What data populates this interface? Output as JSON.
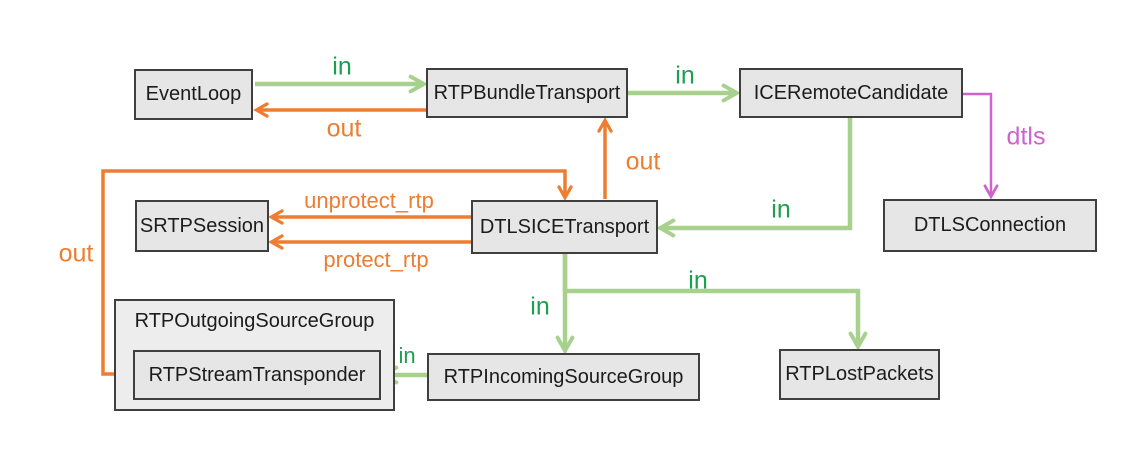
{
  "diagram": {
    "nodes": {
      "event_loop": "EventLoop",
      "rtp_bundle_transport": "RTPBundleTransport",
      "ice_remote_candidate": "ICERemoteCandidate",
      "srtp_session": "SRTPSession",
      "dtls_ice_transport": "DTLSICETransport",
      "dtls_connection": "DTLSConnection",
      "rtp_outgoing_source_group": "RTPOutgoingSourceGroup",
      "rtp_stream_transponder": "RTPStreamTransponder",
      "rtp_incoming_source_group": "RTPIncomingSourceGroup",
      "rtp_lost_packets": "RTPLostPackets"
    },
    "edges": [
      {
        "from": "EventLoop",
        "to": "RTPBundleTransport",
        "label": "in",
        "color": "#1e9e50"
      },
      {
        "from": "RTPBundleTransport",
        "to": "EventLoop",
        "label": "out",
        "color": "#ed7d31"
      },
      {
        "from": "RTPBundleTransport",
        "to": "ICERemoteCandidate",
        "label": "in",
        "color": "#1e9e50"
      },
      {
        "from": "ICERemoteCandidate",
        "to": "DTLSConnection",
        "label": "dtls",
        "color": "#ce63ce"
      },
      {
        "from": "ICERemoteCandidate",
        "to": "DTLSICETransport",
        "label": "in",
        "color": "#1e9e50"
      },
      {
        "from": "DTLSICETransport",
        "to": "RTPBundleTransport",
        "label": "out",
        "color": "#ed7d31"
      },
      {
        "from": "DTLSICETransport",
        "to": "SRTPSession",
        "label": "unprotect_rtp",
        "color": "#ed7d31"
      },
      {
        "from": "DTLSICETransport",
        "to": "SRTPSession",
        "label": "protect_rtp",
        "color": "#ed7d31"
      },
      {
        "from": "RTPStreamTransponder",
        "to": "DTLSICETransport",
        "label": "out",
        "color": "#ed7d31"
      },
      {
        "from": "DTLSICETransport",
        "to": "RTPIncomingSourceGroup",
        "label": "in",
        "color": "#1e9e50"
      },
      {
        "from": "DTLSICETransport",
        "to": "RTPLostPackets",
        "label": "in",
        "color": "#1e9e50"
      },
      {
        "from": "RTPIncomingSourceGroup",
        "to": "RTPStreamTransponder",
        "label": "in",
        "color": "#1e9e50"
      }
    ],
    "colors": {
      "arrow_green": "#a9d18e",
      "label_green": "#1e9e50",
      "orange": "#ed7d31",
      "magenta": "#ce63ce",
      "box_fill": "#e7e6e6",
      "box_border": "#3f3f3f",
      "background": "#ffffff"
    }
  }
}
